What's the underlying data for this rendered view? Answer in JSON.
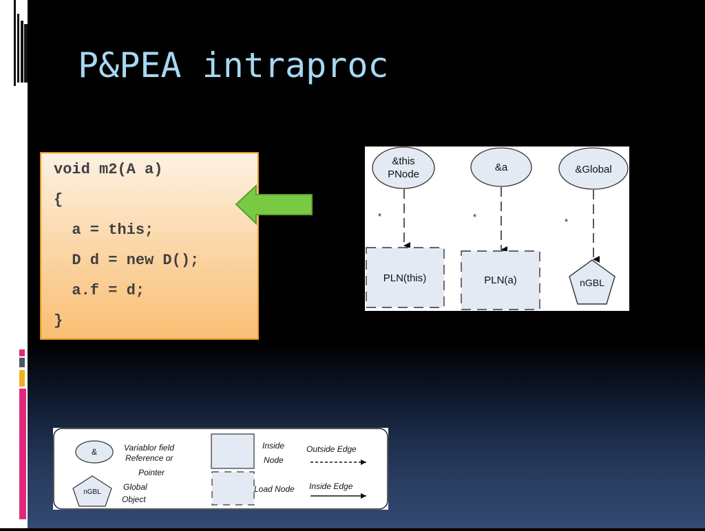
{
  "slide": {
    "title": "P&PEA intraproc"
  },
  "code": {
    "lines": [
      "void m2(A a)",
      "{",
      "  a = this;",
      "  D d = new D();",
      "  a.f = d;",
      "}"
    ]
  },
  "diagram": {
    "vars": [
      {
        "line1": "&this",
        "line2": "PNode"
      },
      {
        "label": "&a"
      },
      {
        "label": "&Global"
      }
    ],
    "edge_marks": [
      "*",
      "*",
      "*"
    ],
    "targets": [
      "PLN(this)",
      "PLN(a)",
      "nGBL"
    ]
  },
  "legend": {
    "var_symbol": "&",
    "var_desc": [
      "Variablor field",
      "Reference or",
      "Pointer"
    ],
    "global_symbol": "nGBL",
    "global_desc": [
      "Global",
      "Object"
    ],
    "inside_node": [
      "Inside",
      "Node"
    ],
    "load_node": "Load Node",
    "outside_edge": "Outside Edge",
    "inside_edge": "Inside Edge"
  },
  "colors": {
    "title": "#a6d8f2",
    "arrow": "#7ac943",
    "node_fill": "#e3eaf4"
  }
}
